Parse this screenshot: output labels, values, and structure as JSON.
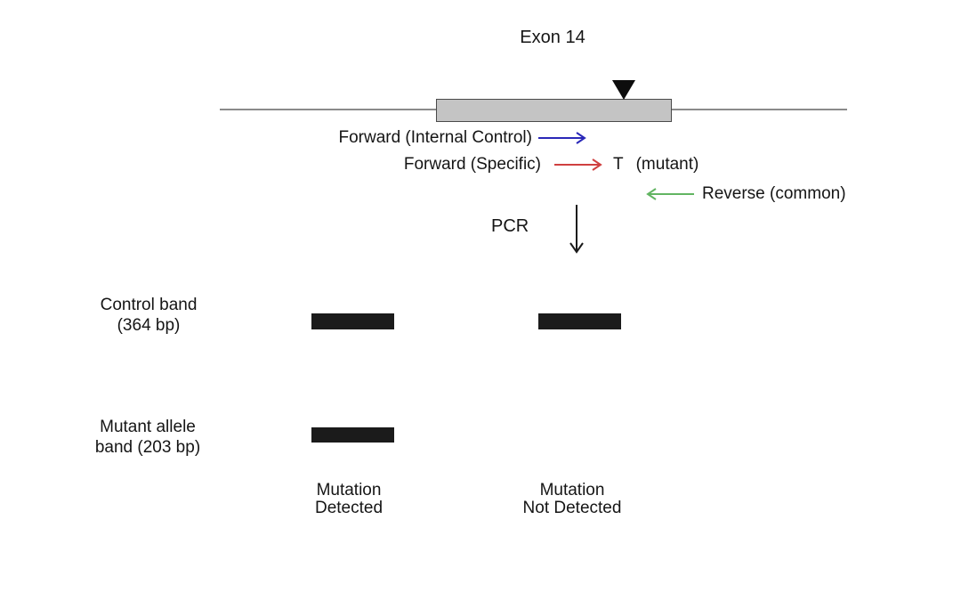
{
  "title": "Exon 14",
  "colors": {
    "blue": "#2a28b8",
    "red": "#cf4040",
    "green": "#62b562",
    "band": "#1b1b1b",
    "exon-fill": "#c4c4c4",
    "exon-border": "#4a4a4a",
    "genome-line": "#8a8a8a",
    "marker": "#0d0d0d",
    "arrow-black": "#1a1a1a"
  },
  "primers": {
    "internal_control": {
      "label": "Forward (Internal Control)",
      "direction": "right",
      "color": "#2a28b8"
    },
    "specific": {
      "label": "Forward (Specific)",
      "direction": "right",
      "color": "#cf4040"
    },
    "mutant_base": "T",
    "mutant_note": "(mutant)",
    "reverse": {
      "label": "Reverse (common)",
      "direction": "left",
      "color": "#62b562"
    }
  },
  "pcr_label": "PCR",
  "gel": {
    "rows": [
      {
        "label_line1": "Control band",
        "label_line2": "(364 bp)",
        "lanes": [
          true,
          true
        ]
      },
      {
        "label_line1": "Mutant allele",
        "label_line2": "band (203 bp)",
        "lanes": [
          true,
          false
        ]
      }
    ],
    "columns": [
      {
        "line1": "Mutation",
        "line2": "Detected"
      },
      {
        "line1": "Mutation",
        "line2": "Not Detected"
      }
    ]
  }
}
